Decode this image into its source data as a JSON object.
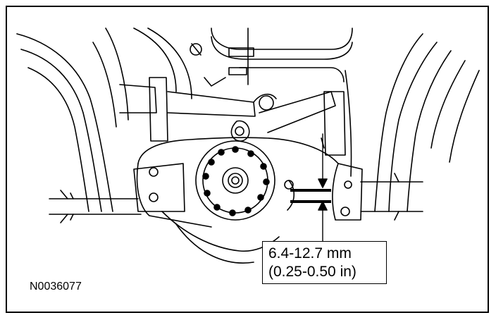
{
  "callout": {
    "metric": "6.4-12.7 mm",
    "imperial": "(0.25-0.50 in)"
  },
  "figure_id": "N0036077",
  "colors": {
    "ink": "#000000",
    "paper": "#ffffff"
  }
}
